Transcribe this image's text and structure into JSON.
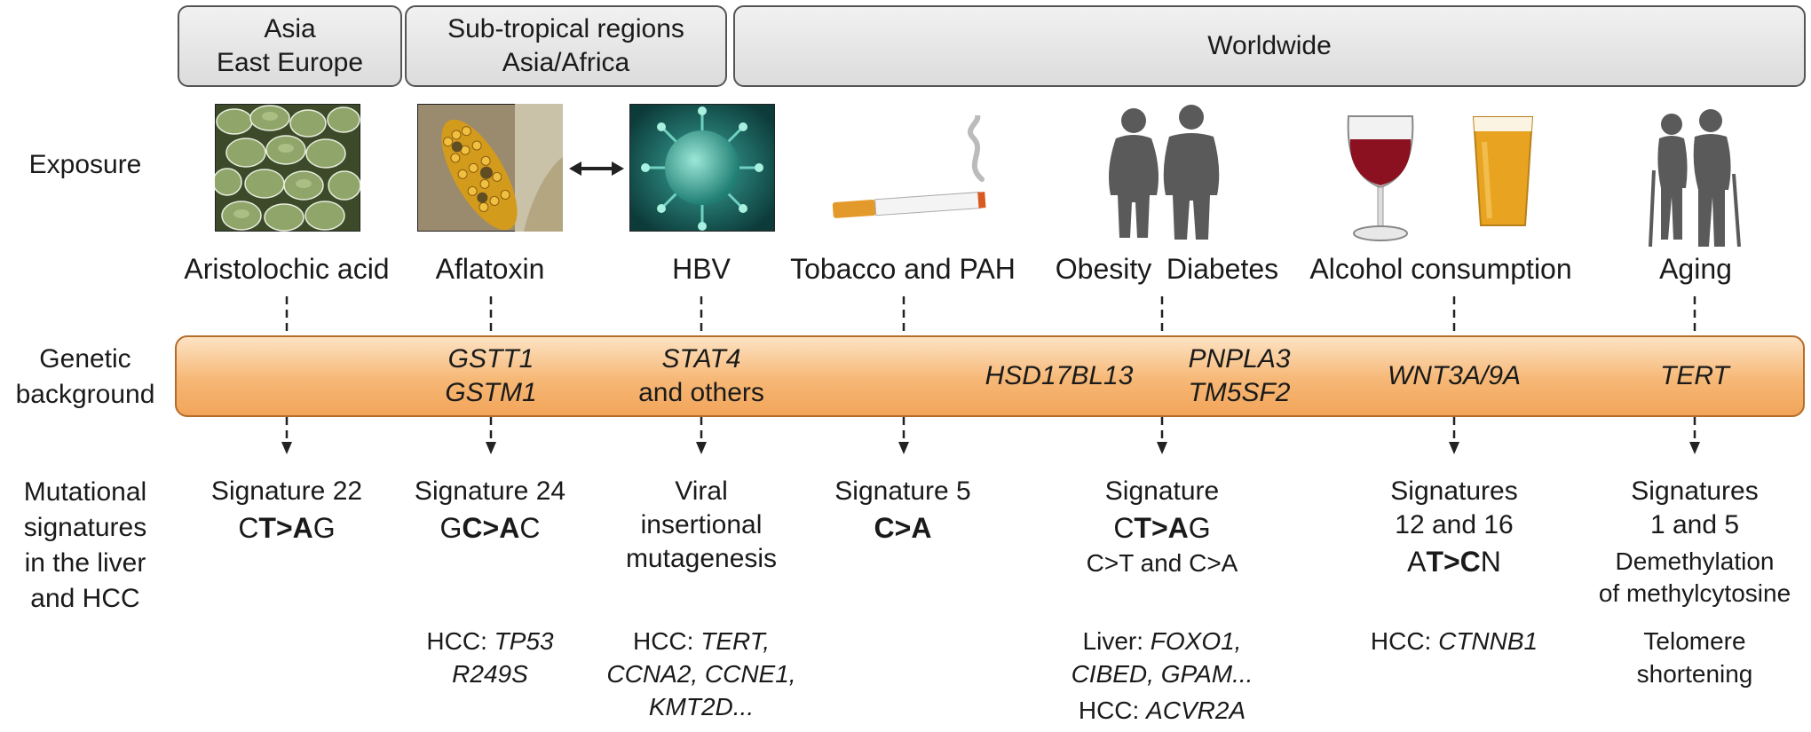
{
  "regions": [
    {
      "lines": [
        "Asia",
        "East Europe"
      ]
    },
    {
      "lines": [
        "Sub-tropical regions",
        "Asia/Africa"
      ]
    },
    {
      "lines": [
        "Worldwide"
      ]
    }
  ],
  "row_labels": {
    "exposure": "Exposure",
    "genetic": [
      "Genetic",
      "background"
    ],
    "mutational": [
      "Mutational",
      "signatures",
      "in the liver",
      "and HCC"
    ]
  },
  "exposures": {
    "aristolochic": "Aristolochic acid",
    "aflatoxin": "Aflatoxin",
    "hbv": "HBV",
    "tobacco": "Tobacco and PAH",
    "obesity": "Obesity",
    "diabetes": "Diabetes",
    "alcohol": "Alcohol consumption",
    "aging": "Aging"
  },
  "genes": {
    "aflatoxin": [
      "GSTT1",
      "GSTM1"
    ],
    "hbv": [
      "STAT4",
      "and others"
    ],
    "hsd": [
      "HSD17BL13"
    ],
    "pnpla": [
      "PNPLA3",
      "TM5SF2"
    ],
    "wnt": [
      "WNT3A/9A"
    ],
    "tert": [
      "TERT"
    ]
  },
  "signatures": {
    "s22": {
      "title": "Signature 22",
      "pre": "C",
      "bold": "T>A",
      "post": "G"
    },
    "s24": {
      "title": "Signature 24",
      "pre": "G",
      "bold": "C>A",
      "post": "C",
      "hcc_label": "HCC:",
      "hcc_genes": "TP53",
      "hcc_genes2": "R249S"
    },
    "viral": {
      "lines": [
        "Viral",
        "insertional",
        "mutagenesis"
      ],
      "hcc_label": "HCC:",
      "hcc_genes": "TERT,",
      "hcc_genes2": "CCNA2, CCNE1,",
      "hcc_genes3": "KMT2D..."
    },
    "s5": {
      "title": "Signature 5",
      "bold": "C>A"
    },
    "metabolic": {
      "title": "Signature",
      "pre": "C",
      "bold": "T>A",
      "post": "G",
      "extra": "C>T and C>A",
      "liver_label": "Liver:",
      "liver_genes": "FOXO1,",
      "liver_genes2": "CIBED, GPAM...",
      "hcc_label": "HCC:",
      "hcc_genes": "ACVR2A"
    },
    "alcohol": {
      "lines": [
        "Signatures",
        "12 and 16"
      ],
      "pre": "A",
      "bold": "T>C",
      "post": "N",
      "hcc_label": "HCC:",
      "hcc_genes": "CTNNB1"
    },
    "aging": {
      "lines": [
        "Signatures",
        "1 and 5"
      ],
      "extra": [
        "Demethylation",
        "of methylcytosine"
      ],
      "extra2": [
        "Telomere",
        "shortening"
      ]
    }
  },
  "colors": {
    "band_fill": "#f6b775",
    "band_border": "#b56b2a",
    "region_fill": "#e4e4e4",
    "wine": "#8b1020",
    "beer": "#e8a321",
    "silhouette": "#5a5a5a"
  }
}
